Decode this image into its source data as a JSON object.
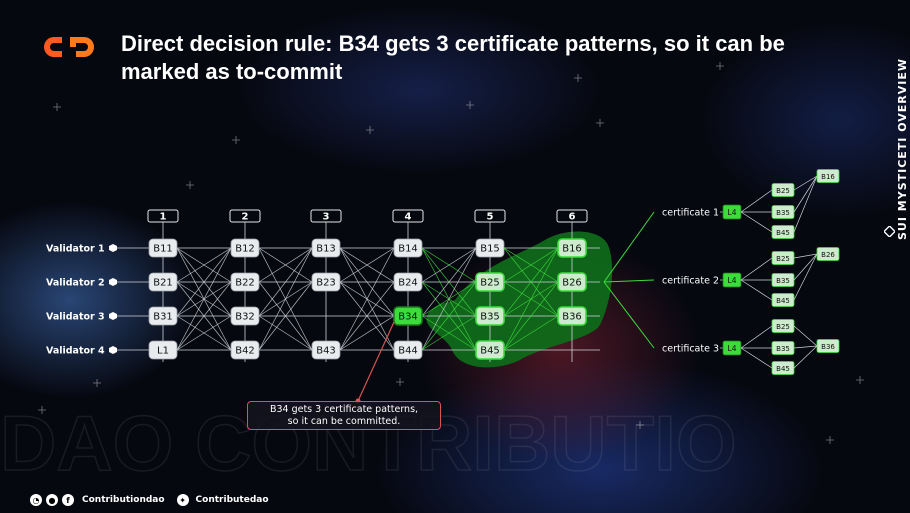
{
  "title": "Direct decision rule: B34 gets 3 certificate patterns, so it can be marked as to-commit",
  "side_label": "SUI MYSTICETI OVERVIEW",
  "footer": {
    "handle_1": "Contributiondao",
    "handle_2": "Contributedao"
  },
  "watermark": "DAO CONTRIBUTIO",
  "callout_text": [
    "B34 gets 3 certificate patterns,",
    "so it can be committed."
  ],
  "colors": {
    "accent_green": "#3cdc3c",
    "green_region": "#0f6a1a",
    "accent_red": "#d9534f",
    "node_fill": "#e9ecef",
    "logo_orange": "#ff5a1f"
  },
  "rounds": [
    "1",
    "2",
    "3",
    "4",
    "5",
    "6"
  ],
  "validators": [
    "Validator 1",
    "Validator 2",
    "Validator 3",
    "Validator 4"
  ],
  "blocks": [
    [
      "B11",
      "B12",
      "B13",
      "B14",
      "B15",
      "B16"
    ],
    [
      "B21",
      "B22",
      "B23",
      "B24",
      "B25",
      "B26"
    ],
    [
      "B31",
      "B32",
      "",
      "B34",
      "B35",
      "B36"
    ],
    [
      "L1",
      "B42",
      "B43",
      "B44",
      "B45",
      ""
    ]
  ],
  "highlighted_block": "B34",
  "green_blocks": [
    "B16",
    "B25",
    "B26",
    "B35",
    "B36",
    "B45"
  ],
  "certificates": [
    {
      "label": "certificate 1",
      "leader": "L4",
      "supporters": [
        "B25",
        "B35",
        "B45"
      ],
      "target": "B16"
    },
    {
      "label": "certificate 2",
      "leader": "L4",
      "supporters": [
        "B25",
        "B35",
        "B45"
      ],
      "target": "B26"
    },
    {
      "label": "certificate 3",
      "leader": "L4",
      "supporters": [
        "B25",
        "B35",
        "B45"
      ],
      "target": "B36"
    }
  ]
}
